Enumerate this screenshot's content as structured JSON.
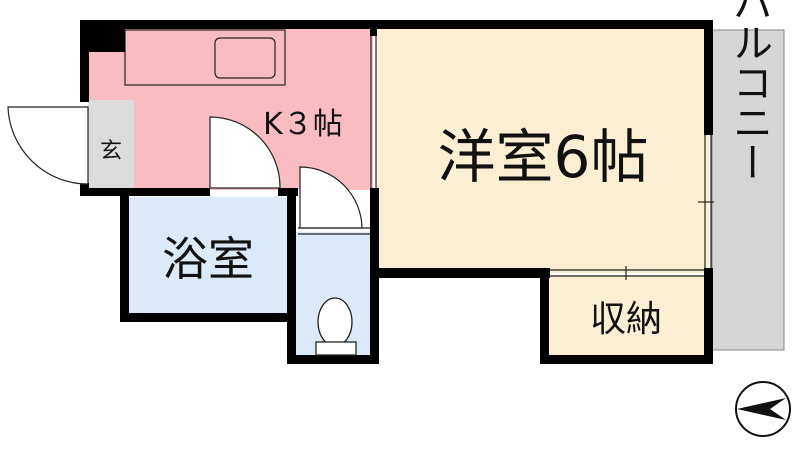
{
  "rooms": {
    "entrance": "玄",
    "kitchen": "K３帖",
    "bath": "浴室",
    "western_room": "洋室6帖",
    "storage": "収納",
    "balcony": "バルコニー"
  },
  "colors": {
    "kitchen_fill": "#f8bcc2",
    "western_fill": "#fbefd3",
    "storage_fill": "#fbefd3",
    "bath_fill": "#dce9f7",
    "toilet_fill": "#dce9f7",
    "entrance_fill": "#dcdcdc",
    "balcony_fill": "#d6d6d6",
    "wall": "#000000"
  },
  "compass": {
    "icon": "north-arrow-icon"
  }
}
